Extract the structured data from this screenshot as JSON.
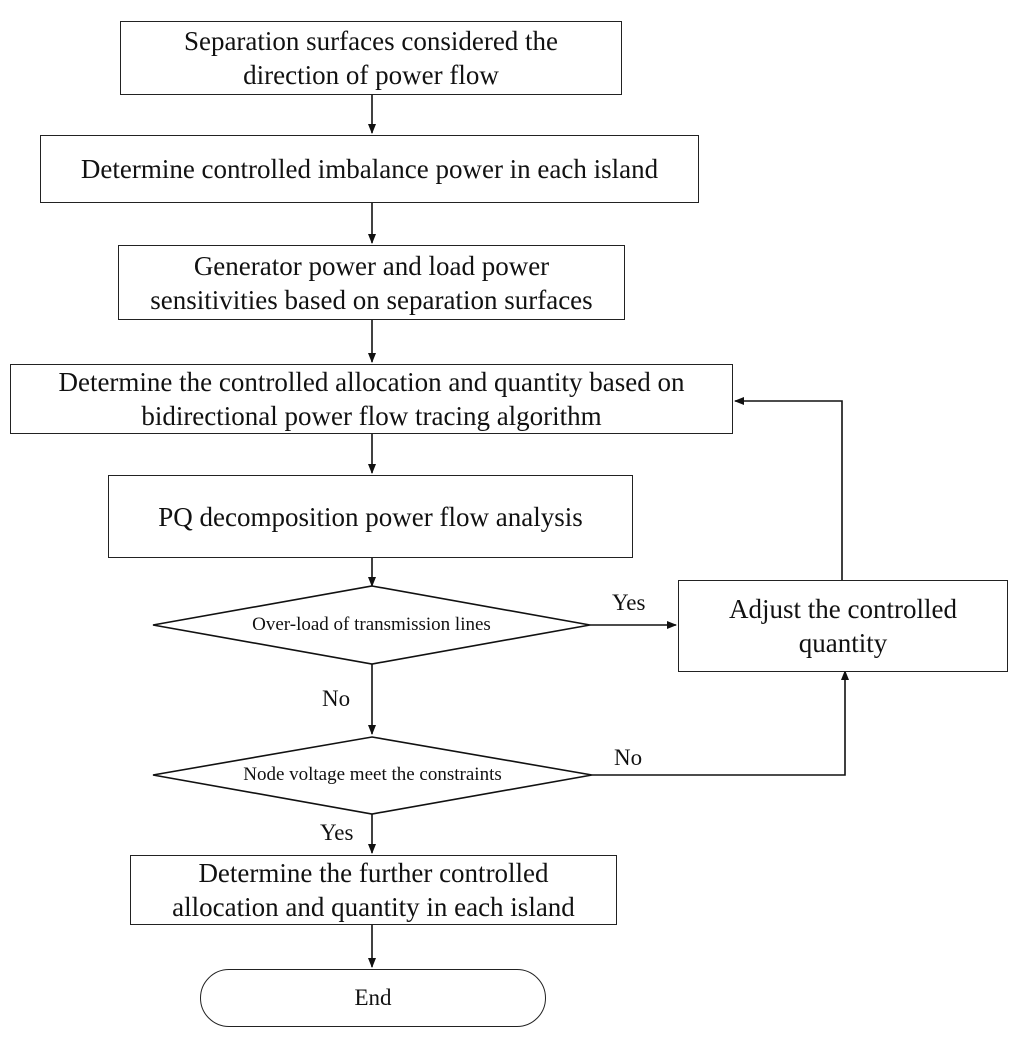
{
  "steps": {
    "separation": "Separation surfaces considered the\ndirection of power flow",
    "imbalance": "Determine controlled imbalance power in each island",
    "sensitivities": "Generator power and load power\nsensitivities based on separation surfaces",
    "allocation": "Determine the controlled allocation and quantity based on\nbidirectional power flow tracing algorithm",
    "pq_analysis": "PQ decomposition power flow analysis",
    "adjust": "Adjust the controlled\nquantity",
    "further": "Determine the further controlled\nallocation and quantity in each island",
    "end": "End"
  },
  "decisions": {
    "overload": "Over-load of transmission lines",
    "voltage": "Node voltage meet the constraints"
  },
  "labels": {
    "overload_yes": "Yes",
    "overload_no": "No",
    "voltage_no": "No",
    "voltage_yes": "Yes"
  }
}
